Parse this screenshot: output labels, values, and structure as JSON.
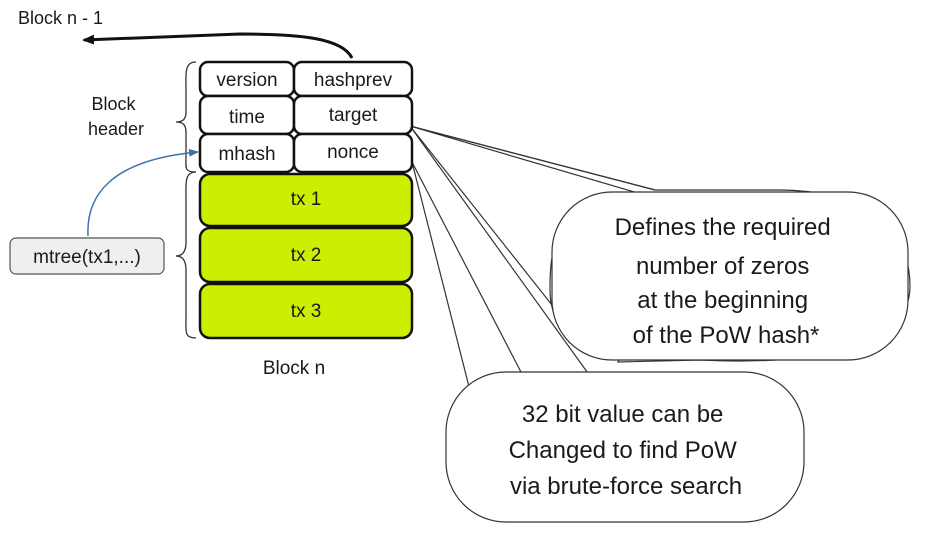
{
  "prev_block_label": "Block n - 1",
  "header_label": [
    "Block",
    "header"
  ],
  "header_fields": {
    "version": "version",
    "hashprev": "hashprev",
    "time": "time",
    "target": "target",
    "mhash": "mhash",
    "nonce": "nonce"
  },
  "transactions": [
    "tx 1",
    "tx 2",
    "tx 3"
  ],
  "block_label": "Block n",
  "merkle_label": "mtree(tx1,...)",
  "target_callout": [
    "Defines the required",
    "number of zeros",
    "at the beginning",
    "of the PoW hash*"
  ],
  "nonce_callout": [
    "32 bit value can be",
    "Changed to find PoW",
    "via brute-force search"
  ],
  "colors": {
    "tx_fill": "#ccee00",
    "merkle_fill": "#efefef",
    "arrow_blue": "#3f72a8",
    "stroke": "#111111",
    "callout_stroke": "#333333"
  }
}
